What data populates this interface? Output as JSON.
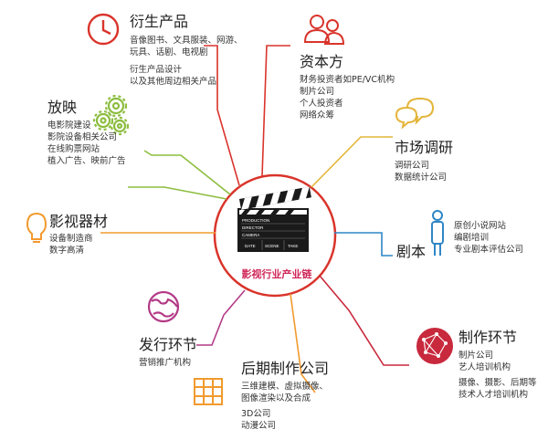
{
  "center": {
    "label": "影视行业产业链",
    "clapper_lines": [
      "PRODUCTION",
      "DIRECTOR",
      "CAMERA",
      "DATE",
      "SCENE",
      "TAKE"
    ]
  },
  "nodes": {
    "derivatives": {
      "title": "衍生产品",
      "desc": [
        "音像图书、文具服装、网游、",
        "玩具、话剧、电视剧"
      ],
      "desc2": [
        "衍生产品设计",
        "以及其他周边相关产品"
      ],
      "color": "#d9342b",
      "icon": "clock-icon"
    },
    "capital": {
      "title": "资本方",
      "desc": [
        "财务投资者如PE/VC机构",
        "制片公司",
        "个人投资者",
        "网络众筹"
      ],
      "color": "#d9342b",
      "icon": "people-icon"
    },
    "market": {
      "title": "市场调研",
      "desc": [
        "调研公司",
        "数据统计公司"
      ],
      "color": "#e3b53a",
      "icon": "chat-bubbles-icon"
    },
    "script": {
      "title": "剧本",
      "desc": [
        "原创小说网站",
        "编剧培训",
        "专业剧本评估公司"
      ],
      "color": "#2f86c6",
      "icon": "person-icon"
    },
    "production": {
      "title": "制作环节",
      "desc": [
        "制片公司",
        "艺人培训机构"
      ],
      "desc2": [
        "摄像、摄影、后期等",
        "技术人才培训机构"
      ],
      "color": "#c8293d",
      "icon": "network-globe-icon"
    },
    "postproduction": {
      "title": "后期制作公司",
      "desc": [
        "三维建模、虚拟摄像、",
        "图像渲染以及合成"
      ],
      "desc2": [
        "3D公司",
        "动漫公司"
      ],
      "color": "#f29a2e",
      "icon": "film-grid-icon"
    },
    "distribution": {
      "title": "发行环节",
      "desc": [
        "营销推广机构"
      ],
      "color": "#b33a86",
      "icon": "globe-icon"
    },
    "equipment": {
      "title": "影视器材",
      "desc": [
        "设备制造商",
        "数字高清"
      ],
      "color": "#f29a2e",
      "icon": "lightbulb-icon"
    },
    "screening": {
      "title": "放映",
      "desc": [
        "电影院建设",
        "影院设备相关公司",
        "在线购票网站",
        "植入广告、映前广告"
      ],
      "color": "#8cbd3f",
      "icon": "gears-icon"
    }
  }
}
